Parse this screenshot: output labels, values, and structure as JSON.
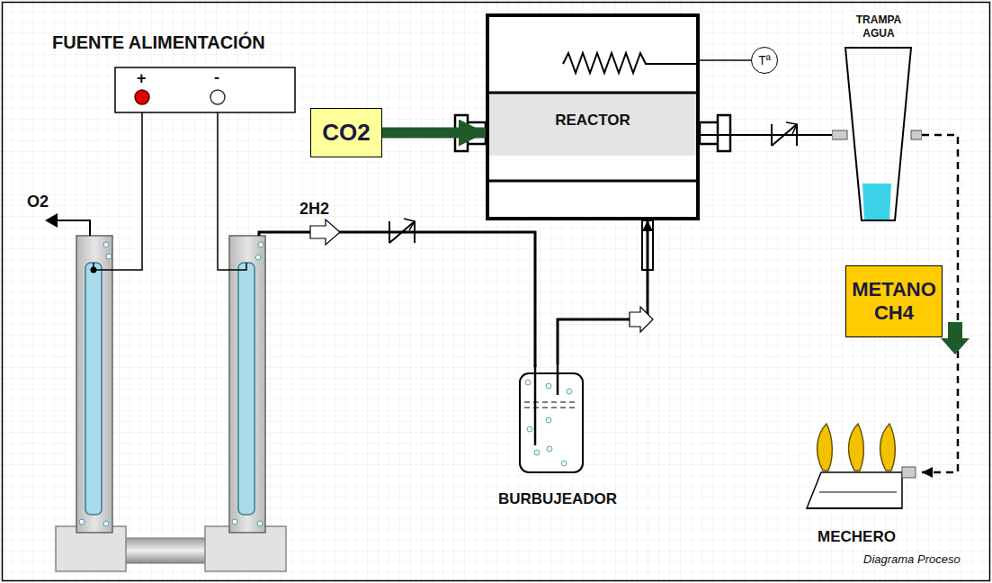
{
  "diagram": {
    "nodes": [
      {
        "text": [
          "FUENTE ALIMENTACIÓN",
          "+",
          "-"
        ]
      },
      {
        "text": [
          "CO2"
        ]
      },
      {
        "text": [
          "REACTOR"
        ]
      },
      {
        "text": [
          "Tª"
        ]
      },
      {
        "text": [
          "TRAMPA AGUA"
        ]
      },
      {
        "text": [
          "METANO CH4"
        ]
      },
      {
        "text": [
          "BURBUJEADOR"
        ]
      },
      {
        "text": [
          "MECHERO"
        ]
      }
    ],
    "edges": [
      {
        "from": 1,
        "to": 2,
        "arrow": "to"
      },
      {
        "from": 2,
        "to": 3,
        "arrow": "none"
      },
      {
        "from": 2,
        "to": 4,
        "arrow": "none"
      },
      {
        "from": 4,
        "to": 7,
        "arrow": "to"
      },
      {
        "from": 6,
        "to": 2,
        "arrow": "to"
      }
    ],
    "labels": [
      "O2",
      "2H2",
      "Diagrama Proceso"
    ]
  }
}
